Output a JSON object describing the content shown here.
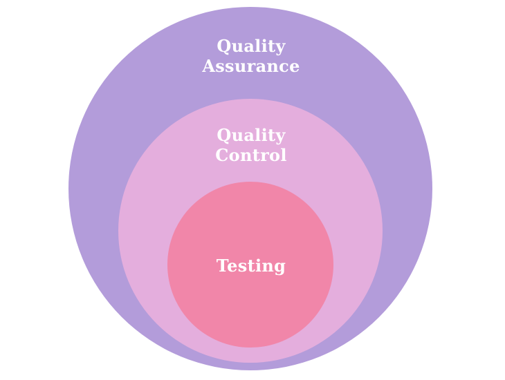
{
  "diagram": {
    "type": "nested-circles",
    "background": "#FFFFFF",
    "text_color": "#FFFFFF",
    "rings": [
      {
        "id": "quality-assurance",
        "label": "Quality\nAssurance",
        "color": "#B39CDA"
      },
      {
        "id": "quality-control",
        "label": "Quality\nControl",
        "color": "#E4AEDD"
      },
      {
        "id": "testing",
        "label": "Testing",
        "color": "#F186A9"
      }
    ]
  }
}
